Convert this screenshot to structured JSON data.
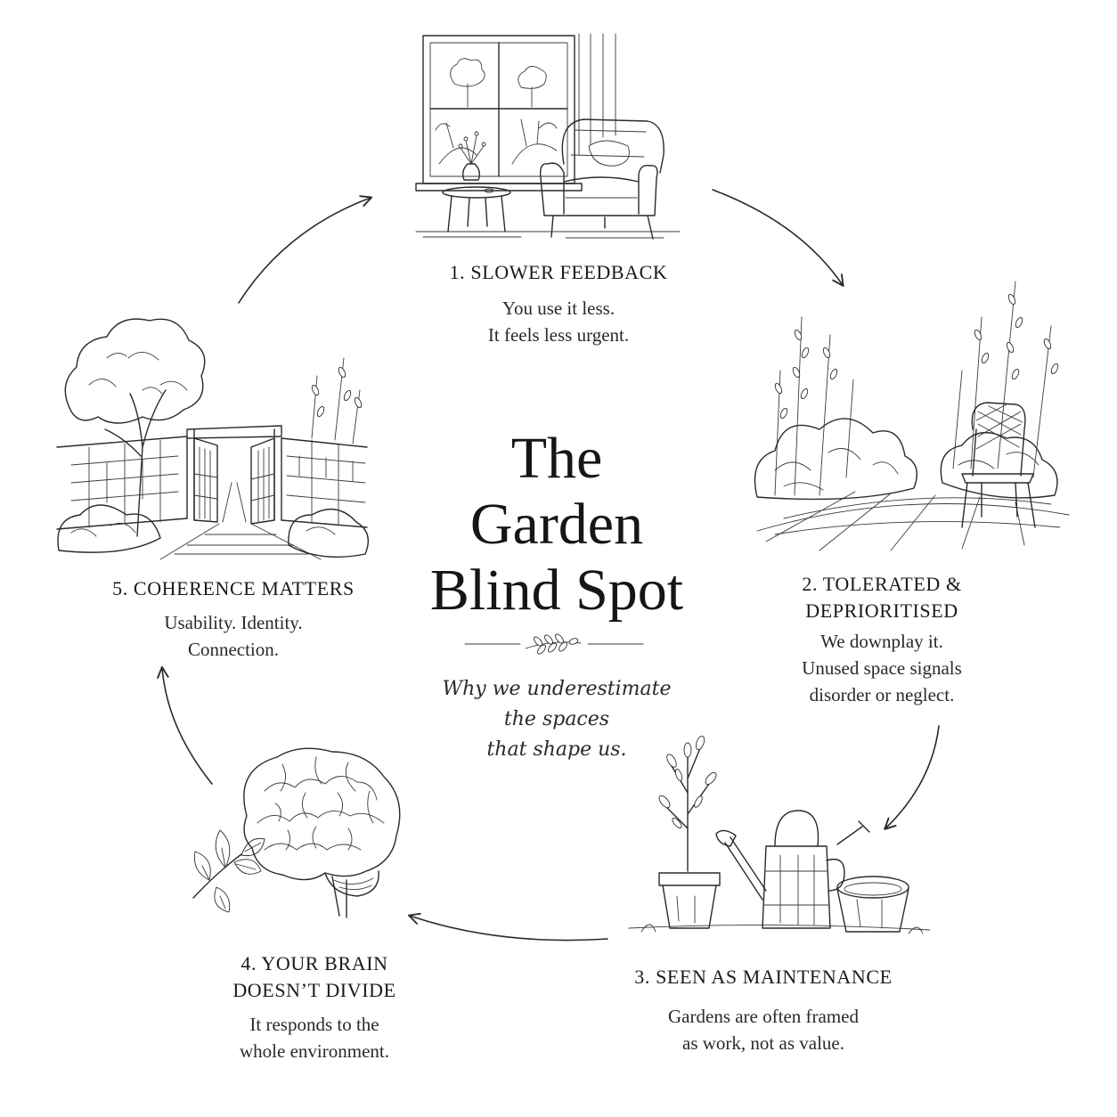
{
  "title": {
    "lines": [
      "The",
      "Garden",
      "Blind Spot"
    ]
  },
  "subtitle": {
    "lines": [
      "Why we underestimate",
      "the spaces",
      "that shape us."
    ]
  },
  "steps": [
    {
      "title_lines": [
        "1. SLOWER FEEDBACK"
      ],
      "desc_lines": [
        "You use it less.",
        "It feels less urgent."
      ],
      "illustration": "window-armchair-illustration"
    },
    {
      "title_lines": [
        "2. TOLERATED &",
        "DEPRIORITISED"
      ],
      "desc_lines": [
        "We downplay it.",
        "Unused space signals",
        "disorder or neglect."
      ],
      "illustration": "overgrown-patio-chair-illustration"
    },
    {
      "title_lines": [
        "3. SEEN AS MAINTENANCE"
      ],
      "desc_lines": [
        "Gardens are often framed",
        "as work, not as value."
      ],
      "illustration": "pots-watering-can-illustration"
    },
    {
      "title_lines": [
        "4. YOUR BRAIN",
        "DOESN’T DIVIDE"
      ],
      "desc_lines": [
        "It responds to the",
        "whole environment."
      ],
      "illustration": "brain-leaves-illustration"
    },
    {
      "title_lines": [
        "5. COHERENCE MATTERS"
      ],
      "desc_lines": [
        "Usability. Identity.",
        "Connection."
      ],
      "illustration": "walled-garden-gate-illustration"
    }
  ],
  "colors": {
    "background": "#ffffff",
    "ink": "#2a2a2a"
  },
  "icons": [
    "cycle-arrow-icon",
    "sprig-ornament-icon"
  ]
}
